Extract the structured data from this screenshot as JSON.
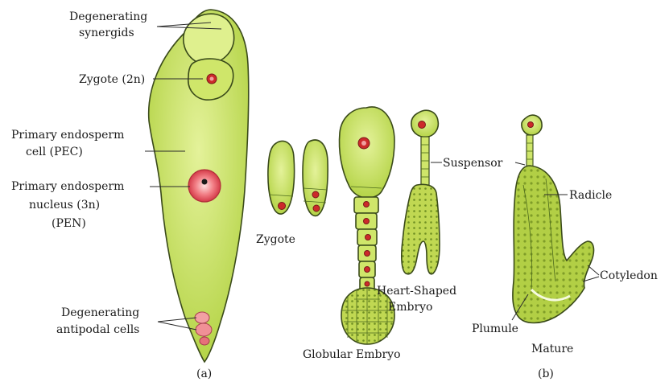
{
  "labels": {
    "degenerating_synergids": [
      "Degenerating",
      "synergids"
    ],
    "zygote_2n": "Zygote (2n)",
    "pec": [
      "Primary endosperm",
      "cell (PEC)"
    ],
    "pen": [
      "Primary endosperm",
      "nucleus (3n)",
      "(PEN)"
    ],
    "antipodal": [
      "Degenerating",
      "antipodal cells"
    ],
    "panel_a": "(a)",
    "zygote": "Zygote",
    "globular": "Globular Embryo",
    "heart": [
      "Heart-Shaped",
      "Embryo"
    ],
    "suspensor": "Suspensor",
    "radicle": "Radicle",
    "cotyledon": "Cotyledon",
    "plumule": "Plumule",
    "mature": "Mature",
    "panel_b": "(b)"
  },
  "colors": {
    "cell_fill": "#c6e05a",
    "cell_light": "#e4f29a",
    "tissue_fill": "#a9c63c",
    "nucleus_red": "#d23a3a",
    "nucleus_pink": "#f08a8a",
    "outline": "#3a4a1a"
  }
}
